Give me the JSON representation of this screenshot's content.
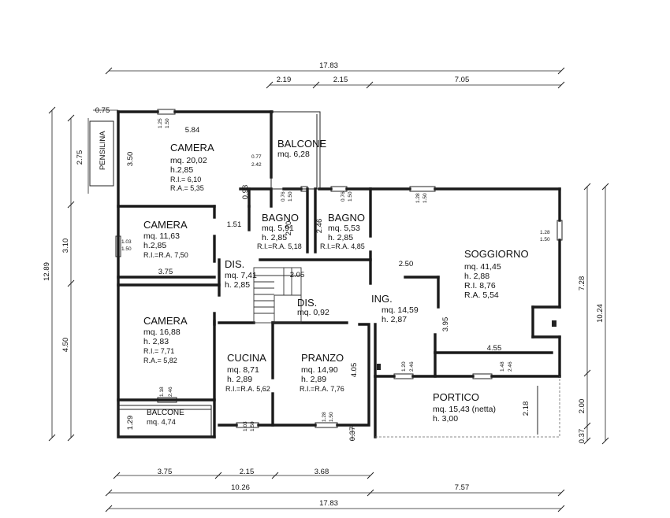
{
  "rooms": {
    "camera1": {
      "name": "CAMERA",
      "area": "mq. 20,02",
      "height": "h.2,85",
      "ri": "R.I.= 6,10",
      "ra": "R.A.= 5,35"
    },
    "camera2": {
      "name": "CAMERA",
      "area": "mq. 11,63",
      "height": "h.2,85",
      "rira": "R.I.=R.A. 7,50"
    },
    "camera3": {
      "name": "CAMERA",
      "area": "mq. 16,88",
      "height": "h. 2,83",
      "ri": "R.I.= 7,71",
      "ra": "R.A.= 5,82"
    },
    "balcone1": {
      "name": "BALCONE",
      "area": "mq. 6,28"
    },
    "balcone2": {
      "name": "BALCONE",
      "area": "mq. 4,74"
    },
    "bagno1": {
      "name": "BAGNO",
      "area": "mq. 5,91",
      "height": "h. 2,85",
      "rira": "R.I.=R.A. 5,18"
    },
    "bagno2": {
      "name": "BAGNO",
      "area": "mq. 5,53",
      "height": "h. 2,85",
      "rira": "R.I.=R.A. 4,85"
    },
    "dis1": {
      "name": "DIS.",
      "area": "mq. 7,41",
      "height": "h. 2,85"
    },
    "dis2": {
      "name": "DIS.",
      "area": "mq. 0,92"
    },
    "soggiorno": {
      "name": "SOGGIORNO",
      "area": "mq. 41,45",
      "height": "h. 2,88",
      "ri": "R.I. 8,76",
      "ra": "R.A. 5,54"
    },
    "ing": {
      "name": "ING.",
      "area": "mq. 14,59",
      "height": "h. 2,87"
    },
    "cucina": {
      "name": "CUCINA",
      "area": "mq. 8,71",
      "height": "h. 2,89",
      "rira": "R.I.=R.A. 5,62"
    },
    "pranzo": {
      "name": "PRANZO",
      "area": "mq. 14,90",
      "height": "h. 2,89",
      "rira": "R.I.=R.A. 7,76"
    },
    "portico": {
      "name": "PORTICO",
      "area": "mq. 15,43 (netta)",
      "height": "h. 3,00"
    },
    "pensilina": {
      "name": "PENSILINA"
    }
  },
  "dimensions": {
    "top_total": "17.83",
    "top_a": "2.19",
    "top_b": "2.15",
    "top_c": "7.05",
    "bottom_a": "3.75",
    "bottom_b": "2.15",
    "bottom_c": "3.68",
    "bottom_d": "10.26",
    "bottom_e": "7.57",
    "bottom_total": "17.83",
    "left_total": "12.89",
    "left_a": "2.75",
    "left_b": "3.10",
    "left_c": "4.50",
    "right_a": "7.28",
    "right_b": "10.24",
    "right_c": "2.00",
    "right_d": "0.37",
    "bottom_left_037": "0.37",
    "d075": "0.75",
    "d584": "5.84",
    "d350": "3.50",
    "d093": "0.93",
    "d151": "1.51",
    "d375_inner": "3.75",
    "d270": "2.70",
    "d246": "2.46",
    "d250": "2.50",
    "d205": "2.05",
    "d395": "3.95",
    "d455": "4.55",
    "d405": "4.05",
    "d218": "2.18"
  },
  "windows": [
    {
      "top": "1.25",
      "bottom": "1.50"
    },
    {
      "top": "0.77",
      "bottom": "2.42"
    },
    {
      "top": "0.76",
      "bottom": "1.50"
    },
    {
      "top": "0.76",
      "bottom": "1.50"
    },
    {
      "top": "1.28",
      "bottom": "1.50"
    },
    {
      "top": "1.28",
      "bottom": "1.50"
    },
    {
      "top": "1.03",
      "bottom": "1.50"
    },
    {
      "top": "1.18",
      "bottom": "2.46"
    },
    {
      "top": "1.29",
      "bottom": ""
    },
    {
      "top": "1.03",
      "bottom": "1.50"
    },
    {
      "top": "1.28",
      "bottom": "1.50"
    },
    {
      "top": "1.20",
      "bottom": "2.46"
    },
    {
      "top": "1.48",
      "bottom": "2.46"
    }
  ]
}
